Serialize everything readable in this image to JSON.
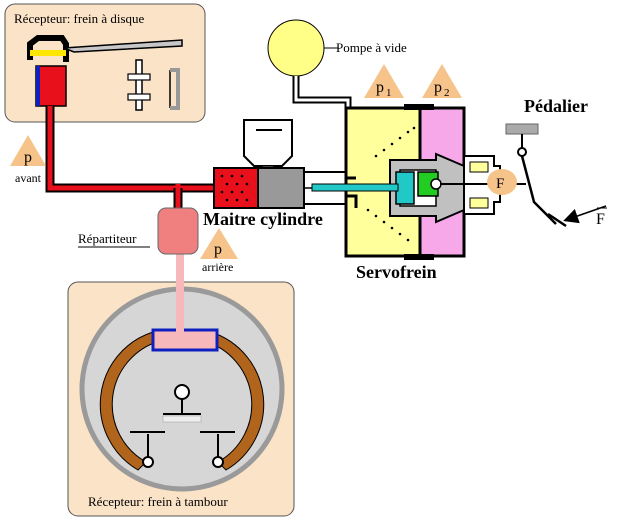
{
  "labels": {
    "disc_receiver": "Récepteur: frein à disque",
    "vacuum_pump": "Pompe à vide",
    "p1_main": "p",
    "p1_sub": "1",
    "p2_main": "p",
    "p2_sub": "2",
    "pedal": "Pédalier",
    "p_front_main": "p",
    "p_front_sub": "avant",
    "distributor": "Répartiteur",
    "master_cylinder": "Maitre cylindre",
    "p_rear_main": "p",
    "p_rear_sub": "arrière",
    "f_label": "F",
    "force_label": "F",
    "servo": "Servofrein",
    "drum_receiver": "Récepteur: frein à tambour"
  },
  "colors": {
    "hydraulic_front": "#e8101a",
    "hydraulic_rear": "#f7b8bc",
    "distributor": "#f08080",
    "receiver_bg": "#fbe3c7",
    "chamber_p1": "#ffff9c",
    "chamber_p2": "#f7a8e8",
    "pump": "#ffff88",
    "piston_green": "#22cc22",
    "rod_cyan": "#22c8c8",
    "triangle": "#f6c38a",
    "drum_shoe": "#b0641c",
    "drum_disc": "#d6d6d6"
  }
}
